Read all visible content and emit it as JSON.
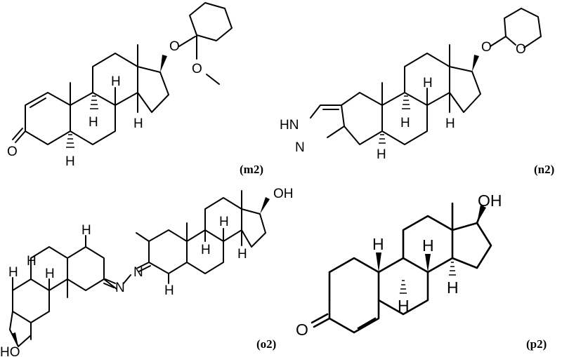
{
  "panels": [
    {
      "id": "m2",
      "label": "(m2)",
      "atoms": {
        "ketone_o": "O",
        "ether_o": "O",
        "methoxy_o": "O",
        "h_9": "H",
        "h_8": "H",
        "h_14": "H",
        "h_5": "H"
      }
    },
    {
      "id": "n2",
      "label": "(n2)",
      "atoms": {
        "hn": "HN",
        "n": "N",
        "ether_o": "O",
        "ring_o": "O",
        "h_9": "H",
        "h_8": "H",
        "h_14": "H",
        "h_5": "H"
      }
    },
    {
      "id": "o2",
      "label": "(o2)",
      "atoms": {
        "oh_right": "OH",
        "oh_left": "HO",
        "n_right": "N",
        "n_left": "N",
        "h_r9": "H",
        "h_r8": "H",
        "h_r14": "H",
        "h_r5": "H",
        "h_l5": "H",
        "h_l9": "H",
        "h_l8": "H",
        "h_l14": "H"
      }
    },
    {
      "id": "p2",
      "label": "(p2)",
      "atoms": {
        "ketone_o": "O",
        "oh": "OH",
        "h_10": "H",
        "h_8": "H",
        "h_9": "H",
        "h_14": "H"
      }
    }
  ]
}
